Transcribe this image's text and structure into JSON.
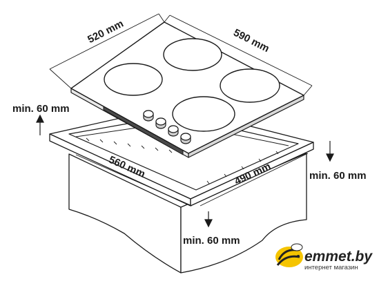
{
  "diagram": {
    "hob_depth_label": "520 mm",
    "hob_width_label": "590 mm",
    "cutout_width_label": "560 mm",
    "cutout_depth_label": "490 mm",
    "clearance_back_label": "min. 60 mm",
    "clearance_side_label": "min. 60 mm",
    "clearance_front_label": "min. 60 mm",
    "burner_count": 4,
    "knob_count": 4
  },
  "brand": {
    "name": "emmet.by",
    "tagline": "интернет магазин",
    "accent_color": "#f5c400"
  }
}
